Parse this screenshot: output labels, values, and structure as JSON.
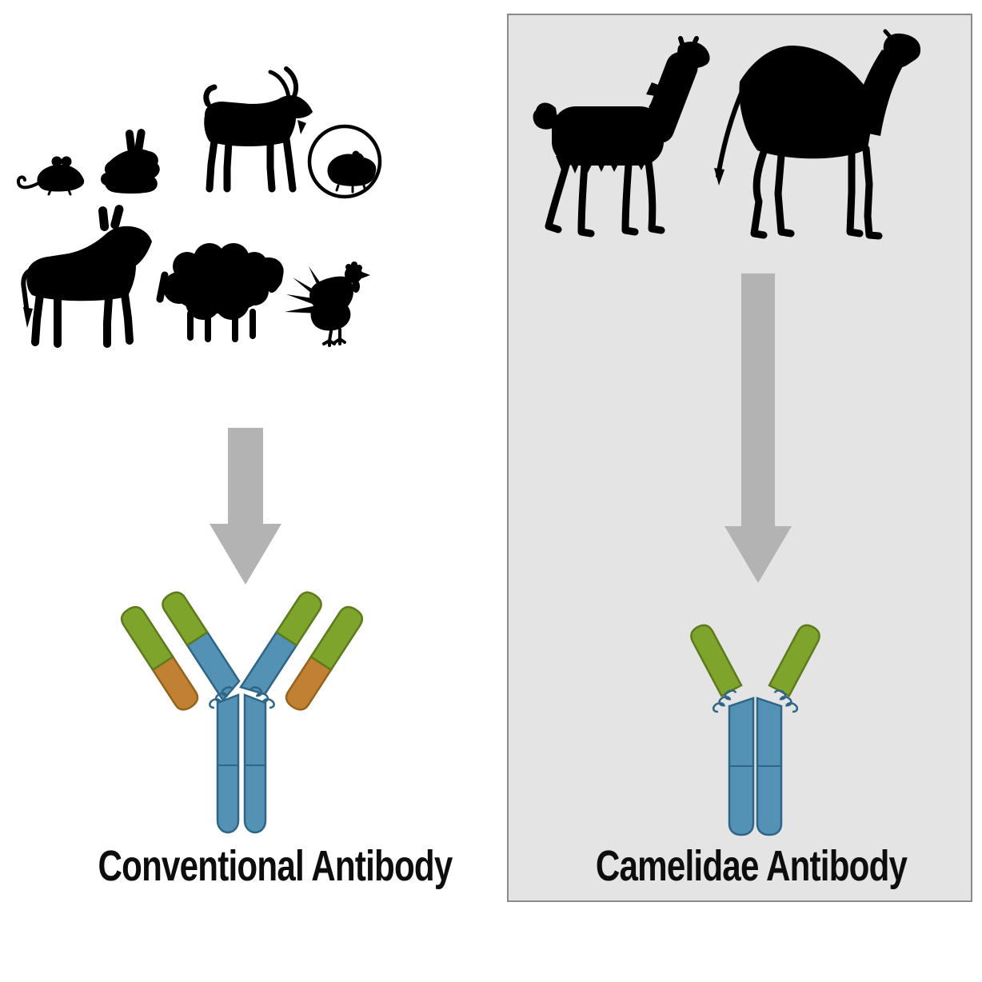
{
  "panels": [
    {
      "label": "Conventional Antibody",
      "animals": [
        "mouse",
        "rabbit",
        "goat",
        "hamster in wheel",
        "donkey",
        "sheep",
        "rooster"
      ],
      "antibody_type": "conventional IgG (heavy + light chains)",
      "background": "#ffffff"
    },
    {
      "label": "Camelidae Antibody",
      "animals": [
        "llama",
        "camel"
      ],
      "antibody_type": "heavy-chain-only antibody",
      "background": "#e4e4e4",
      "border_color": "#8a8a8a"
    }
  ],
  "arrow": {
    "direction": "down",
    "color": "#b3b3b3"
  },
  "silhouette_color": "#000000",
  "antibody_colors": {
    "heavy_chain_blue": "#5391b5",
    "heavy_chain_blue_stroke": "#2f6586",
    "variable_domain_green": "#7fa42c",
    "variable_domain_green_stroke": "#5d7a1d",
    "light_chain_constant_orange": "#c18133",
    "light_chain_constant_orange_stroke": "#95621c"
  }
}
